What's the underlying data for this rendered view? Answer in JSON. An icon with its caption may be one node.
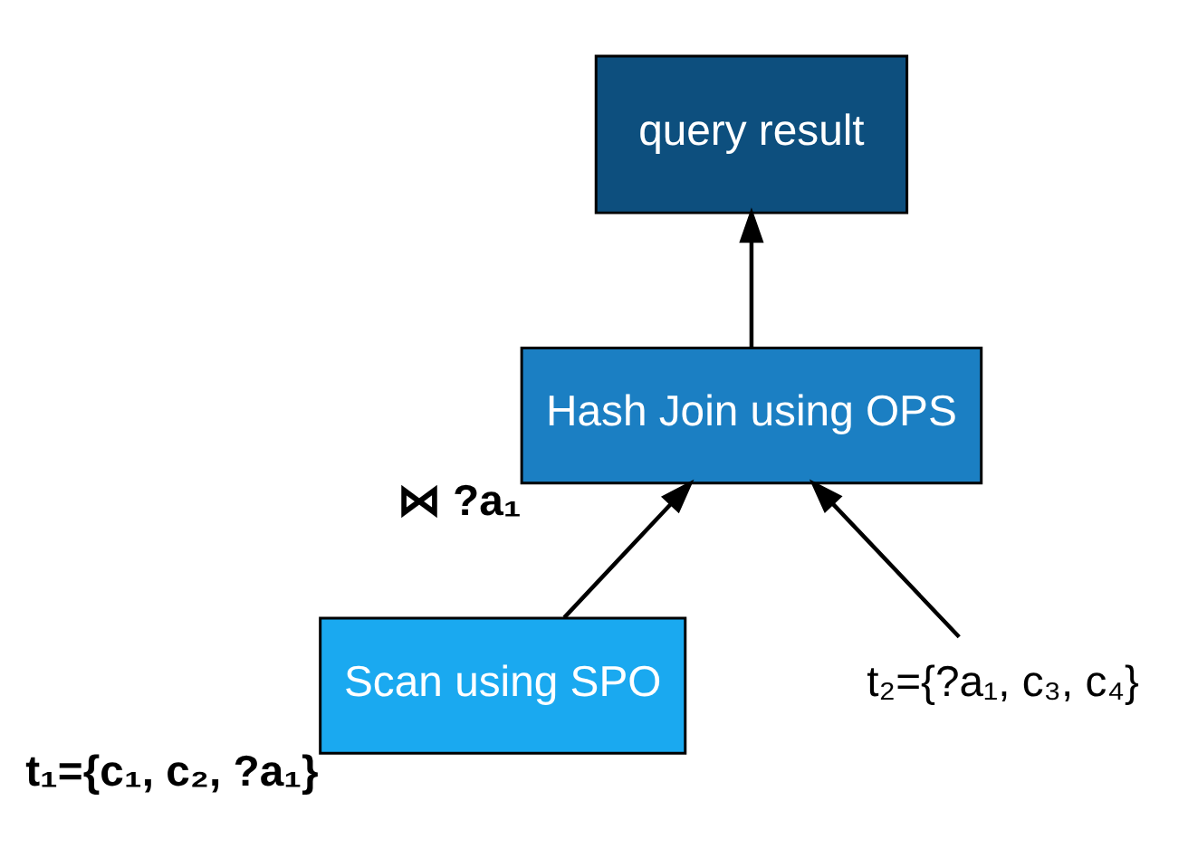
{
  "diagram": {
    "nodes": [
      {
        "text": [
          "query result"
        ]
      },
      {
        "text": [
          "Hash Join using OPS"
        ],
        "beside": [
          "⋈ ?a₁"
        ]
      },
      {
        "text": [
          "Scan using SPO"
        ],
        "beside": [
          "t₁={c₁, c₂, ?a₁}"
        ]
      },
      {
        "text": [
          "t₂={?a₁, c₃, c₄}"
        ]
      }
    ],
    "edges": [
      {
        "from": 2,
        "to": 1,
        "arrow": "to"
      },
      {
        "from": 3,
        "to": 1,
        "arrow": "to"
      },
      {
        "from": 1,
        "to": 0,
        "arrow": "to"
      }
    ]
  }
}
